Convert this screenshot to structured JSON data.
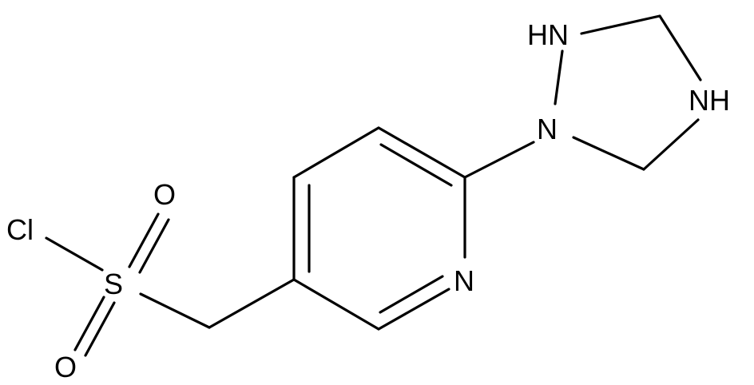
{
  "molecule": {
    "atoms": {
      "cl": "Cl",
      "s": "S",
      "o_top": "O",
      "o_bottom": "O",
      "n_pyridine": "N",
      "n1_triazolidine": "N",
      "nh2_triazolidine": "HN",
      "nh4_triazolidine": "NH"
    }
  }
}
